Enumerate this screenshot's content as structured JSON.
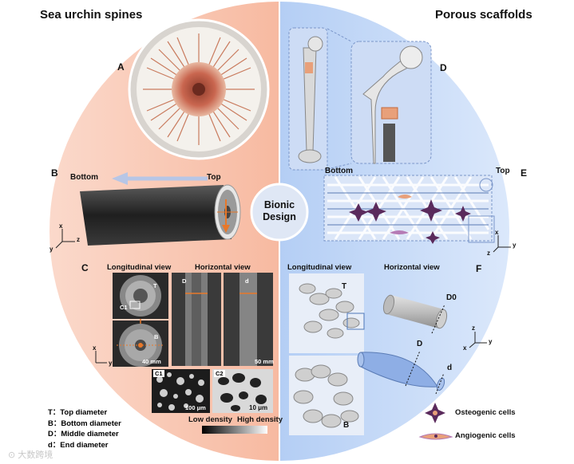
{
  "left_title": "Sea urchin spines",
  "right_title": "Porous scaffolds",
  "center_label": "Bionic Design",
  "panels": {
    "A": "A",
    "B": "B",
    "C": "C",
    "D": "D",
    "E": "E",
    "F": "F"
  },
  "panel_b": {
    "bottom": "Bottom",
    "top": "Top"
  },
  "panel_c": {
    "longitudinal": "Longitudinal view",
    "horizontal": "Horizontal view",
    "marker_T": "T",
    "marker_B": "B",
    "marker_D": "D",
    "marker_d": "d",
    "marker_c1": "C1",
    "marker_c1_inset": "C1",
    "marker_c2": "C2",
    "scale_40": "40 mm",
    "scale_50": "50 mm",
    "scale_100": "100 μm",
    "scale_10": "10 μm",
    "density_low": "Low density",
    "density_high": "High density"
  },
  "panel_e": {
    "bottom": "Bottom",
    "top": "Top"
  },
  "panel_f": {
    "longitudinal": "Longitudinal view",
    "horizontal": "Horizontal view",
    "marker_T": "T",
    "marker_B": "B",
    "marker_D0": "D0",
    "marker_D": "D",
    "marker_d": "d"
  },
  "axes": {
    "x": "x",
    "y": "y",
    "z": "z"
  },
  "definitions": [
    "T：Top diameter",
    "B：Bottom diameter",
    "D：Middle diameter",
    "d：End diameter"
  ],
  "legend": {
    "osteogenic": "Osteogenic cells",
    "angiogenic": "Angiogenic cells"
  },
  "watermark": "大数跨境",
  "colors": {
    "left_bg": "#f5a07e",
    "right_bg": "#9ec0f0",
    "accent_orange": "#e8782a"
  }
}
